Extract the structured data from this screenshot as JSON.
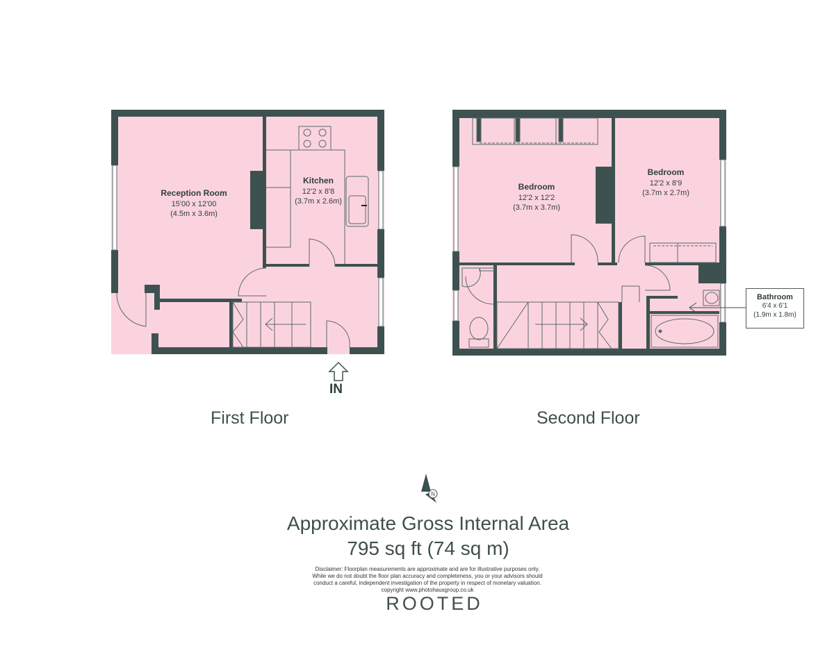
{
  "colors": {
    "wall": "#3d5250",
    "floor": "#fbd3df",
    "fixture_line": "#5a6a68"
  },
  "first_floor": {
    "label": "First Floor",
    "entrance_label": "IN",
    "rooms": [
      {
        "name": "Reception Room",
        "dim_imperial": "15'00 x 12'00",
        "dim_metric": "(4.5m x 3.6m)"
      },
      {
        "name": "Kitchen",
        "dim_imperial": "12'2 x 8'8",
        "dim_metric": "(3.7m x 2.6m)"
      }
    ]
  },
  "second_floor": {
    "label": "Second Floor",
    "rooms": [
      {
        "name": "Bedroom",
        "dim_imperial": "12'2 x 12'2",
        "dim_metric": "(3.7m x 3.7m)"
      },
      {
        "name": "Bedroom",
        "dim_imperial": "12'2 x 8'9",
        "dim_metric": "(3.7m x 2.7m)"
      }
    ],
    "callout": {
      "name": "Bathroom",
      "dim_imperial": "6'4 x 6'1",
      "dim_metric": "(1.9m x 1.8m)"
    }
  },
  "compass": {
    "letter": "N",
    "icon": "north-arrow-icon"
  },
  "area": {
    "title": "Approximate Gross Internal Area",
    "value": "795 sq ft (74 sq m)"
  },
  "disclaimer": [
    "Disclaimer: Floorplan measurements are approximate and are for illustrative purposes only.",
    "While we do not doubt the floor plan accuracy and completeness, you or your advisors should",
    "conduct a careful, independent investigation of the property in respect of monetary valuation.",
    "copyright www.photohausgroup.co.uk"
  ],
  "brand": "ROOTED"
}
